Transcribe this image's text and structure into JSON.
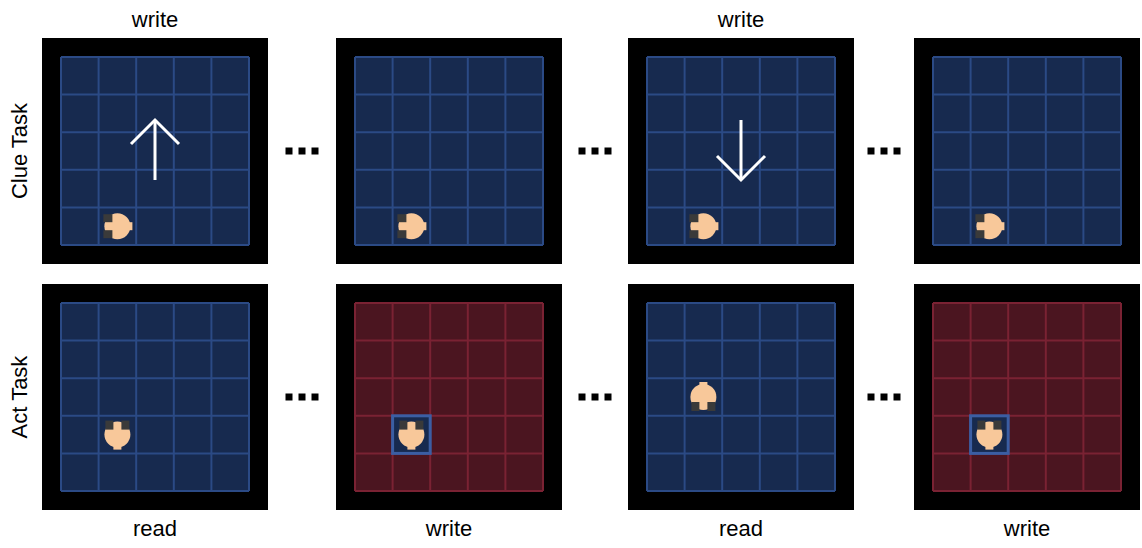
{
  "diagram": {
    "labels": [
      "write",
      "write",
      "Clue Task",
      "Act Task",
      "read",
      "write",
      "read",
      "write"
    ]
  }
}
